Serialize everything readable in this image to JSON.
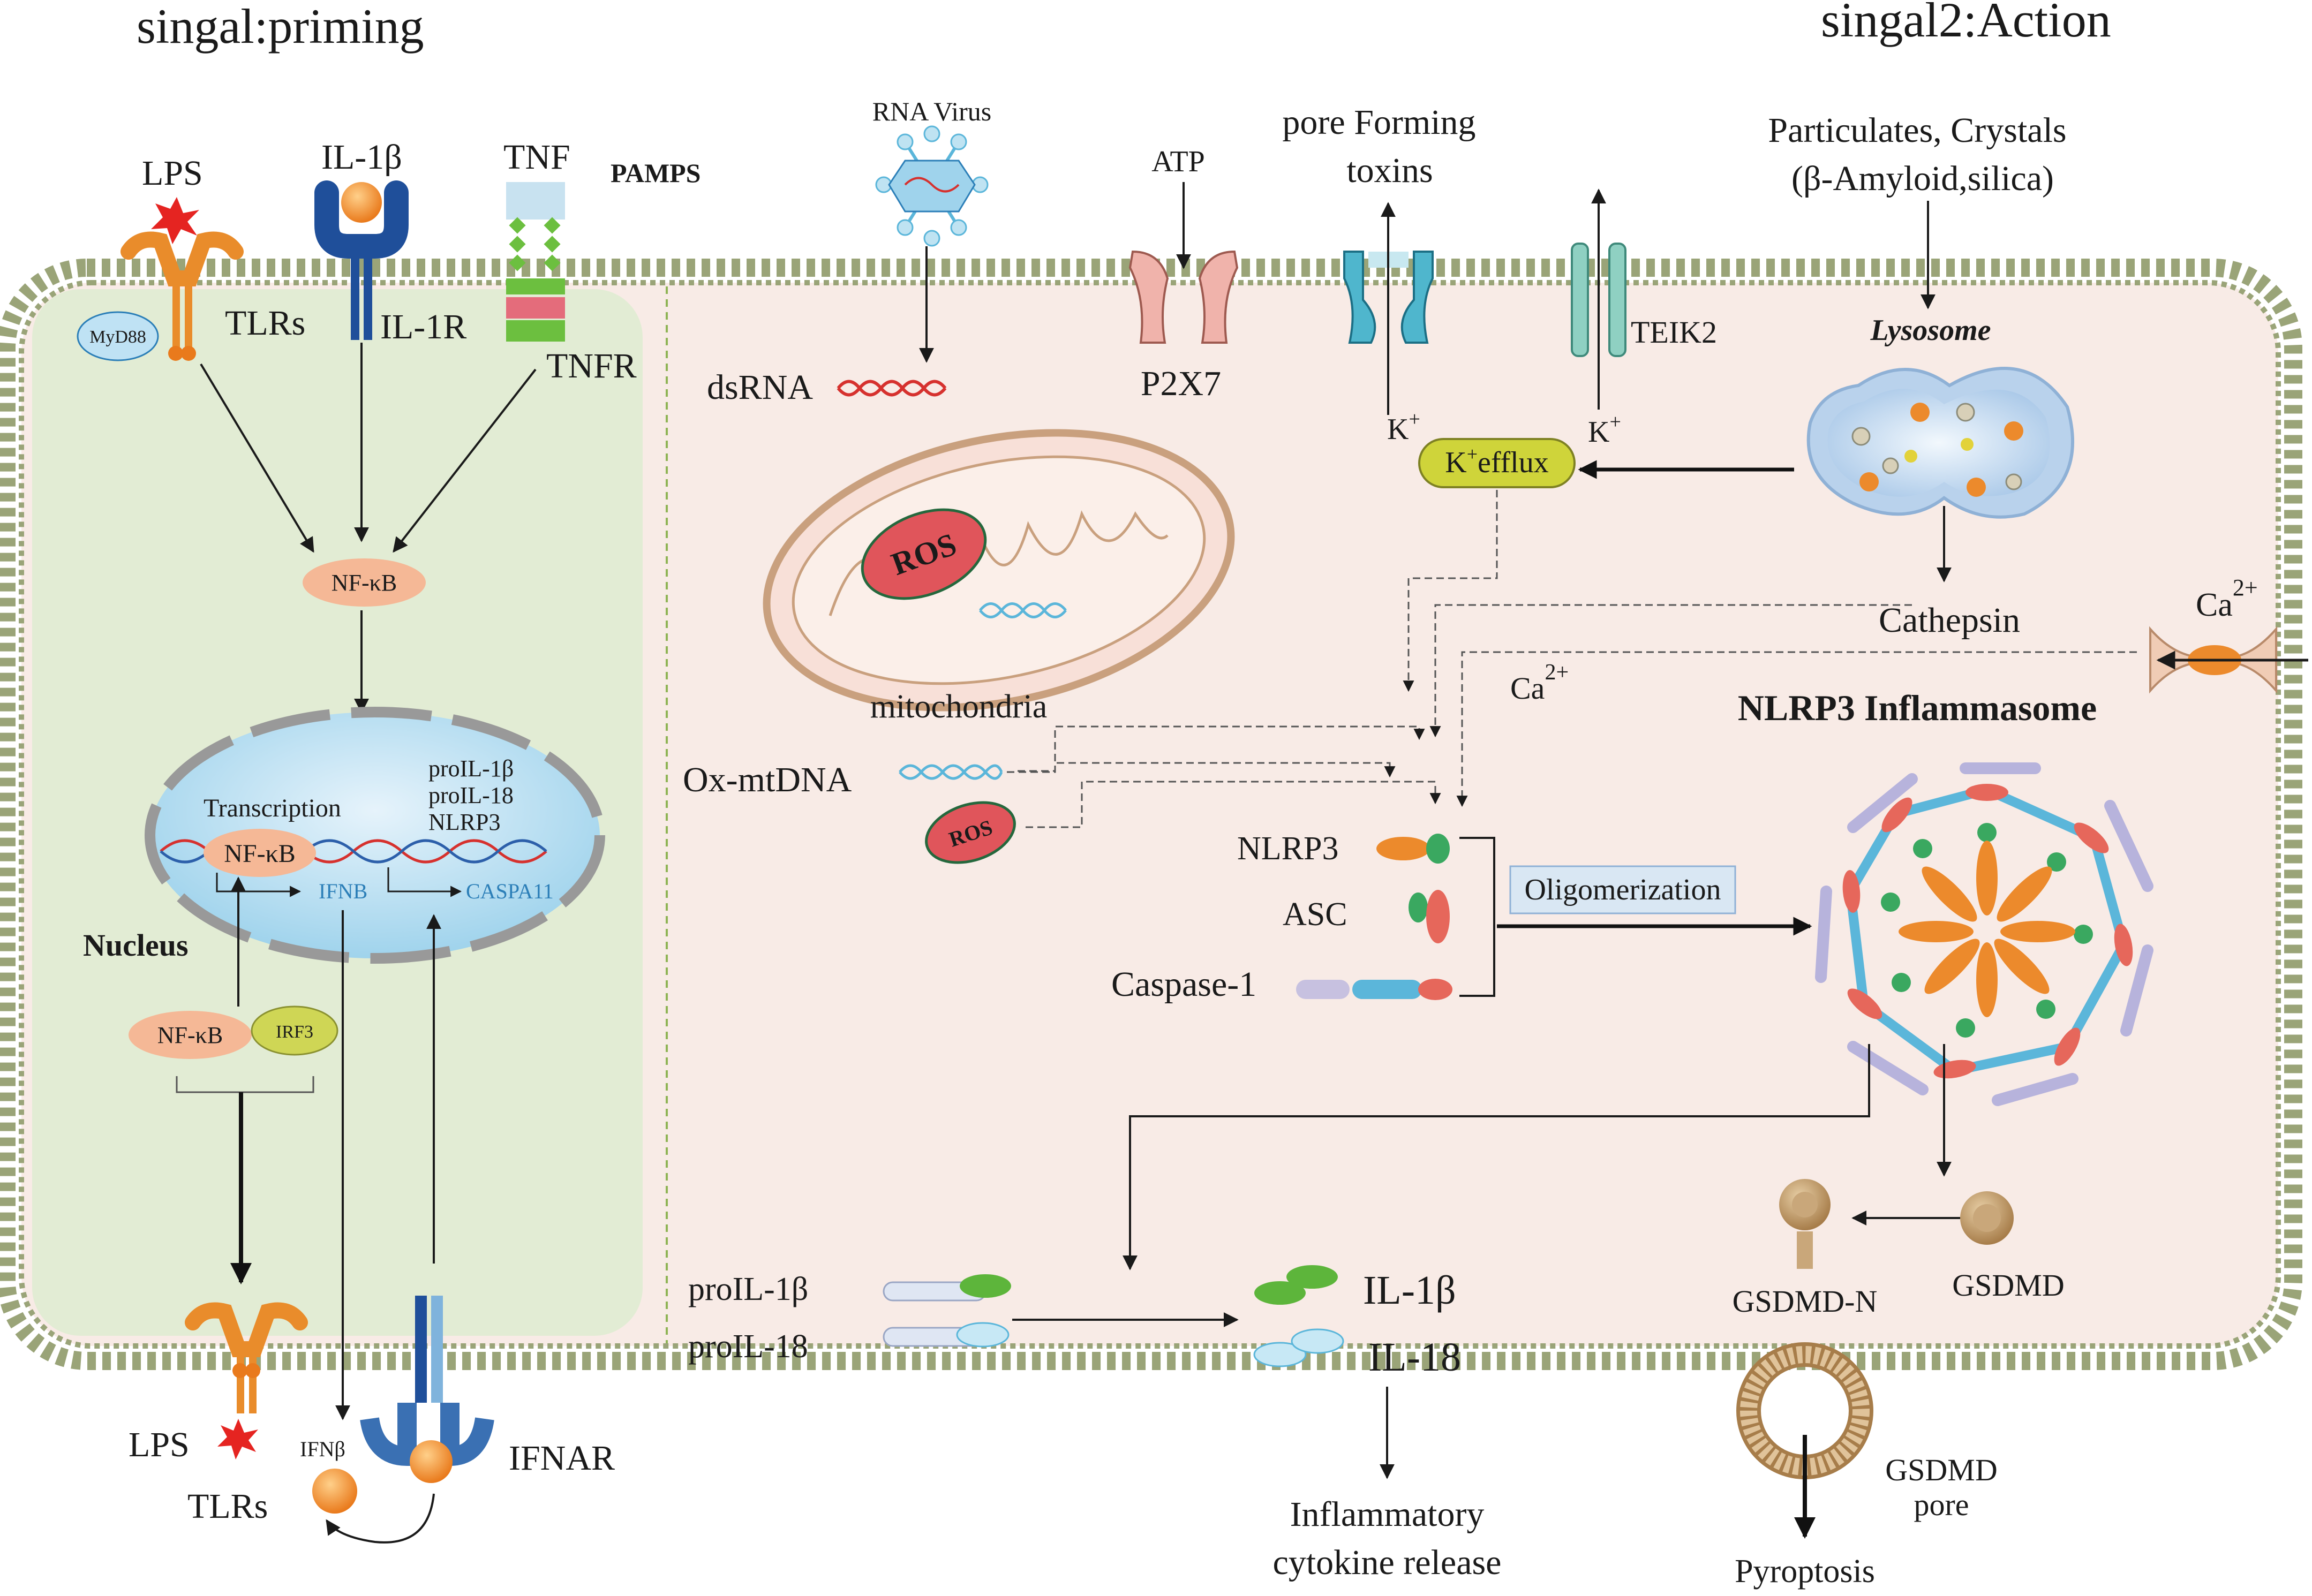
{
  "colors": {
    "priming_bg": "#e2ecd4",
    "action_bg": "#f8ebe6",
    "membrane_bead": "#c9d1a6",
    "nfkb_fill": "#f5b896",
    "irf3_fill": "#cfd655",
    "kefflux_fill": "#cfd43a",
    "orange": "#ec8a2c",
    "ros_red": "#e0555b",
    "dna_blue": "#5bb6da",
    "dna_red": "#d6312e",
    "receptor_blue": "#1f4f9a"
  },
  "titles": {
    "priming": "singal:priming",
    "action": "singal2:Action"
  },
  "priming": {
    "lps_top": "LPS",
    "il1b_top": "IL-1β",
    "tnf": "TNF",
    "pamps": "PAMPS",
    "myd88": "MyD88",
    "tlrs_top": "TLRs",
    "il1r": "IL-1R",
    "tnfr": "TNFR",
    "nfkb_upper": "NF-κB",
    "transcription": "Transcription",
    "nfkb_nucleus": "NF-κB",
    "genes": [
      "proIL-1β",
      "proIL-18",
      "NLRP3"
    ],
    "ifnb_gene": "IFNB",
    "caspa11": "CASPA11",
    "nucleus": "Nucleus",
    "nfkb_lower": "NF-κB",
    "irf3": "IRF3",
    "lps_bottom": "LPS",
    "tlrs_bottom": "TLRs",
    "ifnb_ligand": "IFNβ",
    "ifnar": "IFNAR"
  },
  "action": {
    "rna_virus": "RNA Virus",
    "dsrna": "dsRNA",
    "atp": "ATP",
    "p2x7": "P2X7",
    "pore_toxins_line1": "pore Forming",
    "pore_toxins_line2": "toxins",
    "teik2": "TEIK2",
    "particulates_line1": "Particulates, Crystals",
    "particulates_line2": "(β-Amyloid,silica)",
    "lysosome": "Lysosome",
    "k_plus_left": "K",
    "k_plus_right": "K",
    "plus": "+",
    "k_efflux_k": "K",
    "k_efflux_rest": "efflux",
    "ros_mito": "ROS",
    "mitochondria": "mitochondria",
    "cathepsin": "Cathepsin",
    "ca_outer": "Ca",
    "ca_inner": "Ca",
    "two_plus": "2+",
    "nlrp3_inflammasome": "NLRP3 Inflammasome",
    "ox_mtdna": "Ox-mtDNA",
    "ros_small": "ROS",
    "nlrp3": "NLRP3",
    "asc": "ASC",
    "caspase1": "Caspase-1",
    "oligomerization": "Oligomerization",
    "gsdmd_n": "GSDMD-N",
    "gsdmd": "GSDMD",
    "proil1b": "proIL-1β",
    "proil18": "proIL-18",
    "il1b": "IL-1β",
    "il18": "IL-18",
    "inflammatory_line1": "Inflammatory",
    "inflammatory_line2": "cytokine release",
    "gsdmd_pore_line1": "GSDMD",
    "gsdmd_pore_line2": "pore",
    "pyroptosis": "Pyroptosis"
  }
}
